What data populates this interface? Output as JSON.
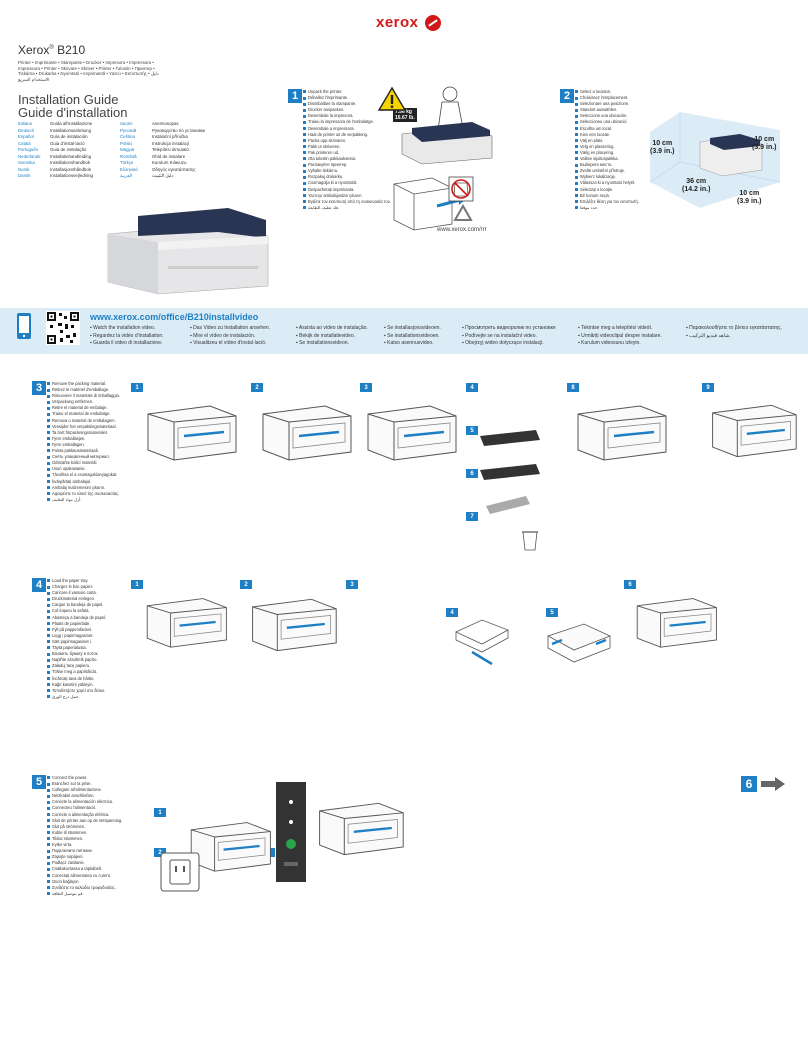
{
  "brand": {
    "logo": "xerox",
    "color": "#d01a1a"
  },
  "product": {
    "name": "Xerox",
    "reg": "®",
    "model": "B210"
  },
  "product_types": "Printer • Imprimante • Stampante • Drucker • Impresora • Impressora • Impressora • Printer • Skrivare • Skriver • Printer • Tulostin • Принтер • Tiskárna • Drukarka • Nyomtató • Imprimantă • Yazıcı • Εκτυπωτής • دليل الاستخدام السريع",
  "guide_title": [
    "Installation Guide",
    "Guide d'installation"
  ],
  "languages_left": [
    [
      "Italiano",
      "Guida all'installazione"
    ],
    [
      "Deutsch",
      "Installationsanleitung"
    ],
    [
      "Español",
      "Guía de instalación"
    ],
    [
      "Català",
      "Guia d'instal·lació"
    ],
    [
      "Português",
      "Guia de instalação"
    ],
    [
      "Nederlands",
      "Installatiehandleiding"
    ],
    [
      "Svenska",
      "Installationshandbok"
    ],
    [
      "Norsk",
      "Installasjonshåndbok"
    ],
    [
      "Dansk",
      "Installationsvejledning"
    ]
  ],
  "languages_right": [
    [
      "Suomi",
      "Asennusopas"
    ],
    [
      "Русский",
      "Руководство по установке"
    ],
    [
      "Čeština",
      "Instalační příručka"
    ],
    [
      "Polski",
      "Instrukcja instalacji"
    ],
    [
      "Magyar",
      "Telepítési útmutató"
    ],
    [
      "Română",
      "Ghid de instalare"
    ],
    [
      "Türkçe",
      "Kurulum Kılavuzu"
    ],
    [
      "Ελληνικά",
      "Οδηγός εγκατάστασης"
    ],
    [
      "العربية",
      "دليل التثبيت"
    ]
  ],
  "step1": {
    "num": "1",
    "items": [
      "Unpack the printer.",
      "Déballez l'imprimante.",
      "Disimballare la stampante.",
      "Drucker auspacken.",
      "Desembale la impresora.",
      "Traieu la impressora de l'embalatge.",
      "Desembale a impressora.",
      "Haal de printer uit de verpakking.",
      "Packa upp skrivaren.",
      "Pakk ut skriveren.",
      "Pak printeren ud.",
      "Ota tulostin pakkauksesta.",
      "Распакуйте принтер.",
      "Vybalte tiskárnu.",
      "Rozpakuj drukarkę.",
      "Csomagolja ki a nyomtatót.",
      "Despachetați imprimanta.",
      "Yazıcıyı ambalajından çıkarın.",
      "Βγάλτε τον εκτυπωτή από τη συσκευασία του.",
      "فك تغليف الطابعة."
    ],
    "weight": [
      "7.56 kg",
      "16.67 lb."
    ],
    "url": "www.xerox.com/rrr"
  },
  "step2": {
    "num": "2",
    "items": [
      "Select a location.",
      "Choisissez l'emplacement.",
      "Selezionare una posizione.",
      "Standort auswählen.",
      "Seleccione una ubicación.",
      "Seleccioneu una ubicació.",
      "Escolha um local.",
      "Kies een locatie.",
      "Välj en plats.",
      "Velg en plassering.",
      "Vælg en placering.",
      "Valitse sijoituspaikka.",
      "Выберите место.",
      "Zvolte umístění přístroje.",
      "Wybierz lokalizację.",
      "Válassza ki a nyomtató helyét.",
      "Selectați o locație.",
      "Bir konum seçin.",
      "Επιλέξτε θέση για τον εκτυπωτή.",
      "حدد موقعا."
    ],
    "dims": {
      "top_left": [
        "10 cm",
        "(3.9 in.)"
      ],
      "top_right": [
        "10 cm",
        "(3.9 in.)"
      ],
      "front": [
        "36 cm",
        "(14.2 in.)"
      ],
      "side": [
        "10 cm",
        "(3.9 in.)"
      ]
    }
  },
  "video": {
    "url": "www.xerox.com/office/B210installvideo",
    "cols": [
      [
        "Watch the installation video.",
        "Regardez la vidéo d'installation.",
        "Guarda il video di installazione."
      ],
      [
        "Das Video zu Installation ansehen.",
        "Mire el vídeo de instalación.",
        "Visualitzeu el vídeo d'instal·lació."
      ],
      [
        "Assista ao vídeo de instalação.",
        "Bekijk de installatievideo.",
        "Se installationsvideon."
      ],
      [
        "Se installasjonsvideoen.",
        "Se installationsvideoen.",
        "Katso asennusvideo."
      ],
      [
        "Просмотреть видеоролик по установке",
        "Podívejte se na instalační video.",
        "Obejrzyj wideo dotyczące instalacji."
      ],
      [
        "Tekintse meg a telepítési videót.",
        "Urmăriți videoclipul despre instalare.",
        "Kurulum videosunu izleyin."
      ],
      [
        "Παρακολουθήστε το βίντεο εγκατάστασης.",
        "شاهد فيديو التركيب."
      ]
    ]
  },
  "step3": {
    "num": "3",
    "items": [
      "Remove the packing material.",
      "Retirez le matériel d'emballage.",
      "Rimuovere il materiale di imballaggio.",
      "Verpackung entfernen.",
      "Retire el material de embalaje.",
      "Traieu el material de embalatge.",
      "Remova o material de embalagem.",
      "Verwijder het verpakkingsmateriaal.",
      "Ta bort förpackningsmaterialet.",
      "Fjern emballasjen.",
      "Fjern emballagen.",
      "Poista pakkausmateriaali.",
      "Снять упаковочный материал.",
      "Odstraňte balicí materiál.",
      "Usuń opakowanie.",
      "Távolítsa el a csomagolóanyagokat.",
      "Îndepărtați ambalajul.",
      "Ambalaj malzemesini çıkarın.",
      "Αφαιρέστε το υλικό της συσκευασίας.",
      "أزل مواد التغليف."
    ],
    "subs": [
      "1",
      "2",
      "3",
      "4",
      "5",
      "6",
      "7",
      "8",
      "9"
    ]
  },
  "step4": {
    "num": "4",
    "items": [
      "Load the paper tray.",
      "Chargez le bac papier.",
      "Caricare il vassoio carta.",
      "Druckmaterial einlegen.",
      "Cargue la bandeja de papel.",
      "Col·loqueu la safata.",
      "Abasteça a bandeja de papel.",
      "Plaats de papierlade.",
      "Fyll på pappersfacket.",
      "Legg i papirmagasinet.",
      "Sæt papirmagasinet i.",
      "Täytä paperialusta.",
      "Вложить бумагу в лоток.",
      "Naplňte zásobník papíru.",
      "Załaduj tacę papieru.",
      "Töltse meg a papírtálcát.",
      "Încărcați tava de hârtie.",
      "Kağıt kasetini yükleyin.",
      "Τοποθετήστε χαρτί στο δίσκο.",
      "حمل درج الورق."
    ],
    "subs": [
      "1",
      "2",
      "3",
      "4",
      "5",
      "6"
    ]
  },
  "step5": {
    "num": "5",
    "items": [
      "Connect the power.",
      "Branchez sur la prise.",
      "Collegare all'alimentazione.",
      "Netzkabel anschließen.",
      "Conecte la alimentación eléctrica.",
      "Connecteu l'alimentació.",
      "Conecte a alimentação elétrica.",
      "Sluit de printer aan op de netspanning.",
      "Slut på strömmen.",
      "Koble til strømmen.",
      "Tilslut strømmen.",
      "Kytke virta.",
      "Подключите питание.",
      "Zapojte napájení.",
      "Podłącz zasilanie.",
      "Csatlakoztassa a tápkábelt.",
      "Conectați alimentarea cu curent.",
      "Gücü bağlayın.",
      "Συνδέστε το καλώδιο τροφοδοσίας.",
      "قم بتوصيل الطاقة."
    ],
    "subs": [
      "1",
      "2",
      "3"
    ]
  },
  "step6": {
    "num": "6"
  }
}
